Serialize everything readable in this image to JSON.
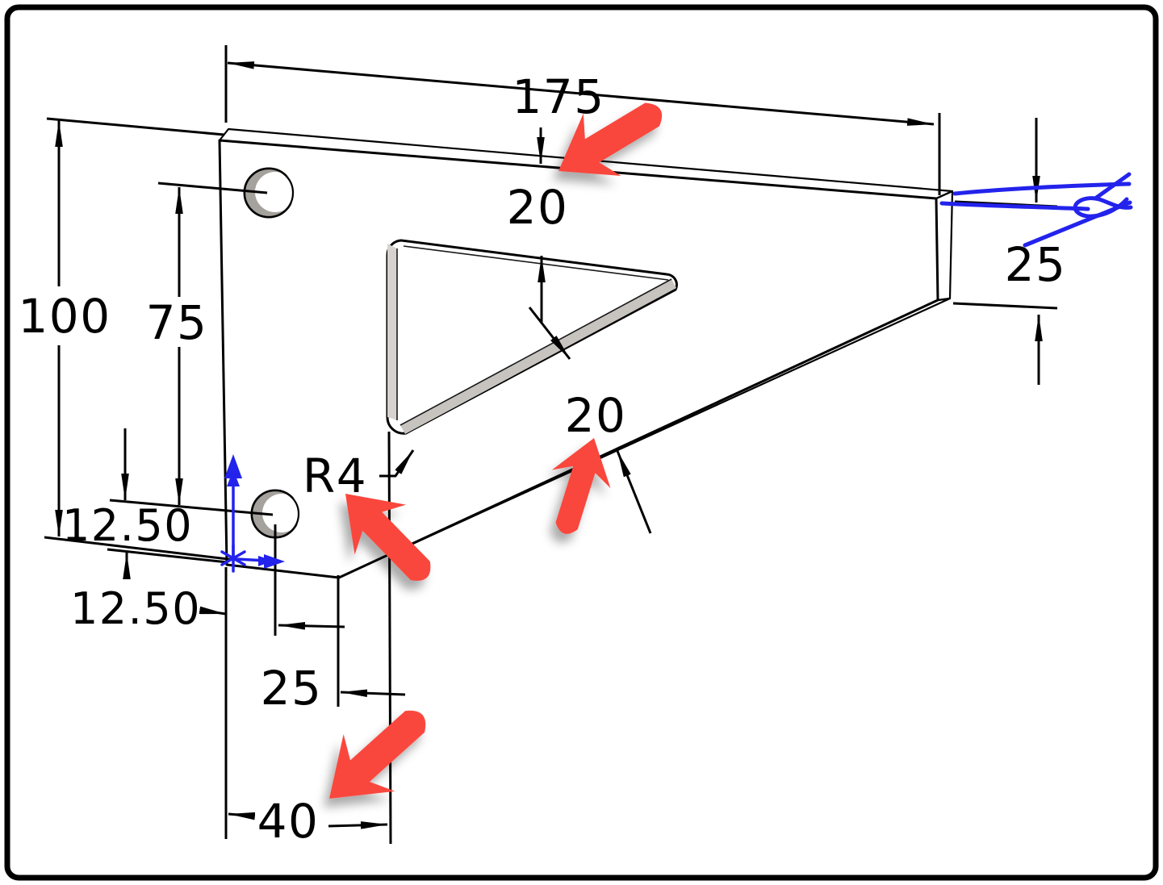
{
  "drawing": {
    "kind": "CAD part drawing - triangular gusset bracket with dimensions",
    "dims": {
      "overall_width": "175",
      "overall_height": "100",
      "hole_spacing": "75",
      "lower_hole_offset": "12.50",
      "origin_offset": "12.50",
      "hole_edge_distance": "25",
      "base_width": "40",
      "fillet_radius": "R4",
      "top_web_thickness": "20",
      "bottom_web_thickness": "20",
      "tip_height": "25"
    }
  },
  "colors": {
    "background": "#ffffff",
    "border": "#000000",
    "part_face": "#8f8b85",
    "part_top": "#cbc8c3",
    "part_end": "#9a9690",
    "part_wall": "#7e7a75",
    "cutout_left_wall": "#d6d3cf",
    "cutout_bottom_wall": "#c7c4c0",
    "hole_wall": "#a5a19c",
    "dimension_black": "#000000",
    "sketch_blue": "#2323ec",
    "marker_red": "#f9473e"
  }
}
